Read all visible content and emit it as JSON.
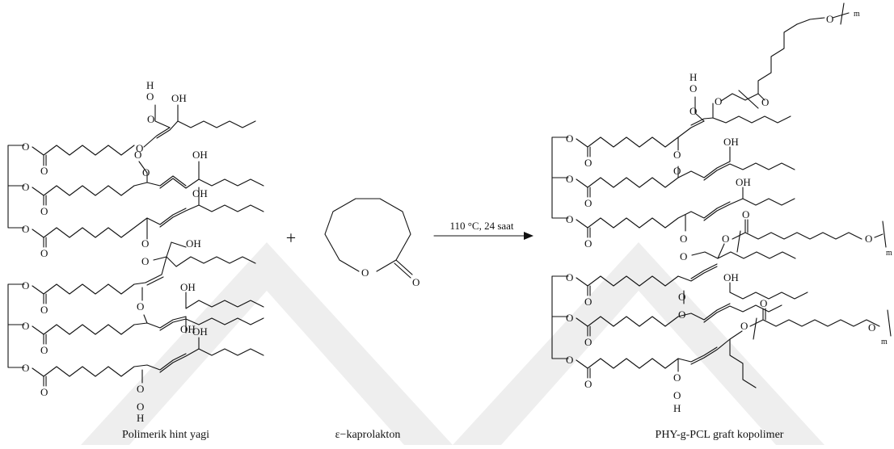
{
  "reactants": {
    "polymer_label": "Polimerik hint yagi",
    "caprolactone_label": "ε−kaprolakton",
    "plus_sign": "+"
  },
  "reaction": {
    "conditions": "110 °C, 24 saat"
  },
  "product": {
    "label": "PHY-g-PCL graft kopolimer",
    "repeat_index": "m"
  },
  "atoms": {
    "oxygen": "O",
    "hydrogen": "H",
    "hydroxyl": "OH"
  },
  "colors": {
    "ink": "#111111",
    "watermark": "#eeeeee",
    "background": "#ffffff"
  }
}
